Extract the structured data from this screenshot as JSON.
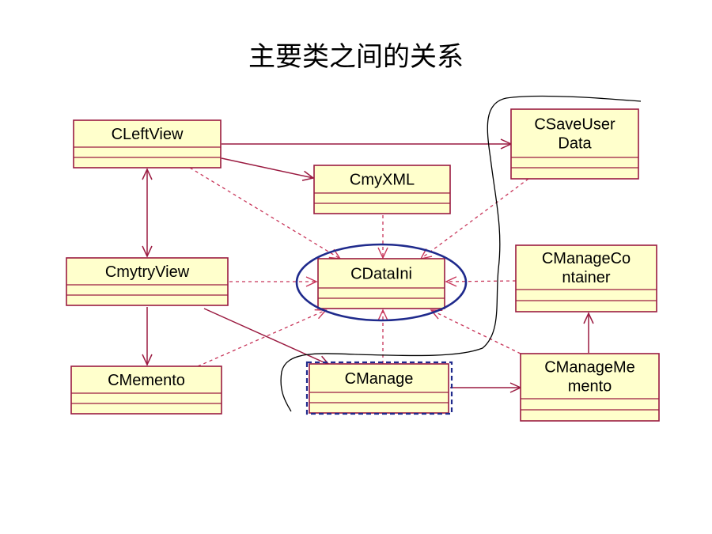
{
  "title": "主要类之间的关系",
  "colors": {
    "class_fill": "#ffffcc",
    "class_border": "#9a1a40",
    "association": "#9a1a40",
    "dependency": "#c8365a",
    "highlight": "#1f2a8c",
    "hand_curve": "#000000"
  },
  "classes": [
    {
      "id": "CLeftView",
      "lines": [
        "CLeftView"
      ]
    },
    {
      "id": "CmyXML",
      "lines": [
        "CmyXML"
      ]
    },
    {
      "id": "CSaveUserData",
      "lines": [
        "CSaveUser",
        "Data"
      ]
    },
    {
      "id": "CmytryView",
      "lines": [
        "CmytryView"
      ]
    },
    {
      "id": "CDataIni",
      "lines": [
        "CDataIni"
      ]
    },
    {
      "id": "CManageContainer",
      "lines": [
        "CManageCo",
        "ntainer"
      ]
    },
    {
      "id": "CMemento",
      "lines": [
        "CMemento"
      ]
    },
    {
      "id": "CManage",
      "lines": [
        "CManage"
      ]
    },
    {
      "id": "CManageMemento",
      "lines": [
        "CManageMe",
        "mento"
      ]
    }
  ],
  "relations": [
    {
      "from": "CLeftView",
      "to": "CSaveUserData",
      "kind": "association"
    },
    {
      "from": "CLeftView",
      "to": "CmyXML",
      "kind": "association"
    },
    {
      "from": "CLeftView",
      "to": "CmytryView",
      "kind": "association-bidirectional"
    },
    {
      "from": "CmytryView",
      "to": "CMemento",
      "kind": "association"
    },
    {
      "from": "CmytryView",
      "to": "CManage",
      "kind": "association"
    },
    {
      "from": "CManage",
      "to": "CManageMemento",
      "kind": "association"
    },
    {
      "from": "CManageMemento",
      "to": "CManageContainer",
      "kind": "association"
    },
    {
      "from": "CLeftView",
      "to": "CDataIni",
      "kind": "dependency"
    },
    {
      "from": "CmyXML",
      "to": "CDataIni",
      "kind": "dependency"
    },
    {
      "from": "CSaveUserData",
      "to": "CDataIni",
      "kind": "dependency"
    },
    {
      "from": "CmytryView",
      "to": "CDataIni",
      "kind": "dependency"
    },
    {
      "from": "CManageContainer",
      "to": "CDataIni",
      "kind": "dependency"
    },
    {
      "from": "CMemento",
      "to": "CDataIni",
      "kind": "dependency"
    },
    {
      "from": "CManage",
      "to": "CDataIni",
      "kind": "dependency"
    },
    {
      "from": "CManageMemento",
      "to": "CDataIni",
      "kind": "dependency"
    }
  ],
  "highlights": [
    {
      "target": "CDataIni",
      "shape": "ellipse",
      "style": "solid"
    },
    {
      "target": "CManage",
      "shape": "rectangle",
      "style": "dashed"
    }
  ]
}
